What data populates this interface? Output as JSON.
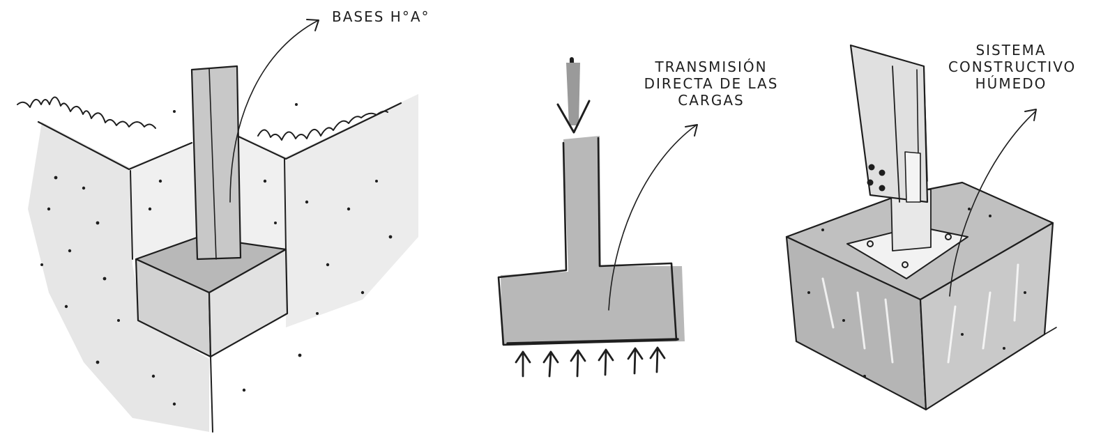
{
  "colors": {
    "ink": "#1e1e1e",
    "shade_light": "#e6e6e6",
    "shade_mid": "#c8c8c8",
    "concrete": "#b8b8b8",
    "paper": "#ffffff"
  },
  "sketches": {
    "footing_in_soil": {
      "label_lines": [
        "BASES H°A°"
      ]
    },
    "load_transmission": {
      "label_lines": [
        "TRANSMISIÓN",
        "DIRECTA DE LAS",
        "CARGAS"
      ]
    },
    "wet_construction": {
      "label_lines": [
        "SISTEMA",
        "CONSTRUCTIVO",
        "HÚMEDO"
      ]
    }
  }
}
